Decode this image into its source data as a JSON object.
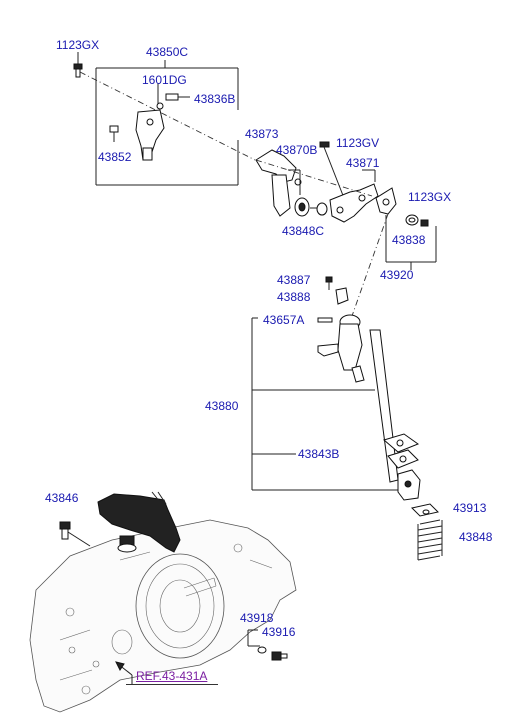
{
  "diagram": {
    "part_labels": {
      "p1123gx_top": "1123GX",
      "p43850c": "43850C",
      "p1601dg": "1601DG",
      "p43836b": "43836B",
      "p43852": "43852",
      "p43873": "43873",
      "p43870b": "43870B",
      "p1123gv": "1123GV",
      "p43871": "43871",
      "p1123gx_right": "1123GX",
      "p43848c": "43848C",
      "p43838": "43838",
      "p43920": "43920",
      "p43887": "43887",
      "p43888": "43888",
      "p43657a": "43657A",
      "p43880": "43880",
      "p43843b": "43843B",
      "p43846": "43846",
      "p43913": "43913",
      "p43848": "43848",
      "p43918": "43918",
      "p43916": "43916"
    },
    "reference_link": "REF.43-431A",
    "colors": {
      "label_text": "#1a1ab0",
      "reference_text": "#7b1fa2",
      "line_art": "#222222"
    }
  }
}
